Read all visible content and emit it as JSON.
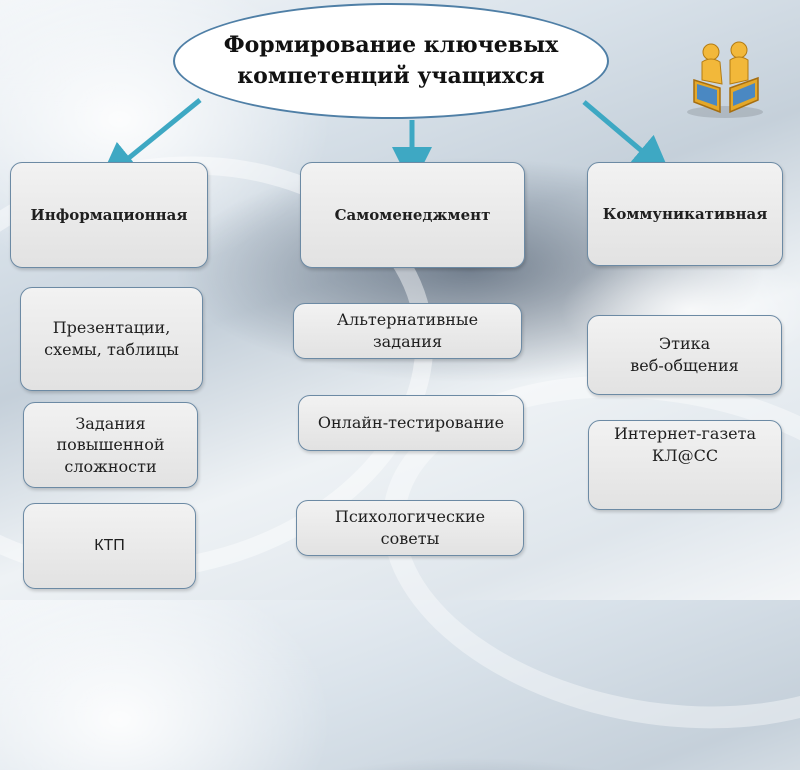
{
  "root": {
    "line1": "Формирование ключевых",
    "line2": "компетенций учащихся"
  },
  "categories": {
    "info": "Информационная",
    "self": "Самоменеджмент",
    "comm": "Коммуникативная"
  },
  "items": {
    "info": [
      {
        "line1": "Презентации,",
        "line2": "схемы, таблицы"
      },
      {
        "line1": "Задания",
        "line2": "повышенной",
        "line3": "сложности"
      },
      {
        "line1": "КТП"
      }
    ],
    "self": [
      {
        "line1": "Альтернативные",
        "line2": "задания"
      },
      {
        "line1": "Онлайн-тестирование"
      },
      {
        "line1": "Психологические",
        "line2": "советы"
      }
    ],
    "comm": [
      {
        "line1": "Этика",
        "line2": "веб-общения"
      },
      {
        "line1": "Интернет-газета",
        "line2": "КЛ@СС"
      }
    ]
  },
  "colors": {
    "arrow": "#3ea8c3",
    "border": "#6c8aa4",
    "root_border": "#4f7fa6"
  },
  "icons": {
    "logo": "teamwork-computer-icon"
  }
}
